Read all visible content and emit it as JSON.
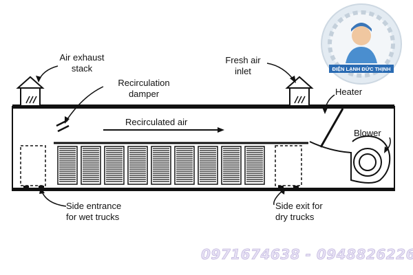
{
  "labels": {
    "air_exhaust_stack": [
      "Air exhaust",
      "stack"
    ],
    "recirculation_damper": [
      "Recirculation",
      "damper"
    ],
    "fresh_air_inlet": [
      "Fresh air",
      "inlet"
    ],
    "heater": "Heater",
    "recirculated_air": "Recirculated air",
    "blower": "Blower",
    "side_entrance": [
      "Side entrance",
      "for wet trucks"
    ],
    "side_exit": [
      "Side exit for",
      "dry trucks"
    ]
  },
  "watermark": {
    "logo_text": "ĐIỆN LẠNH ĐỨC THỊNH",
    "phone": "0971674638 - 0948826226"
  },
  "colors": {
    "line": "#111111",
    "logo_ring": "#dfe8ef",
    "logo_text_band": "#2a6bb3",
    "watermark_text": "#e6e0f4"
  }
}
